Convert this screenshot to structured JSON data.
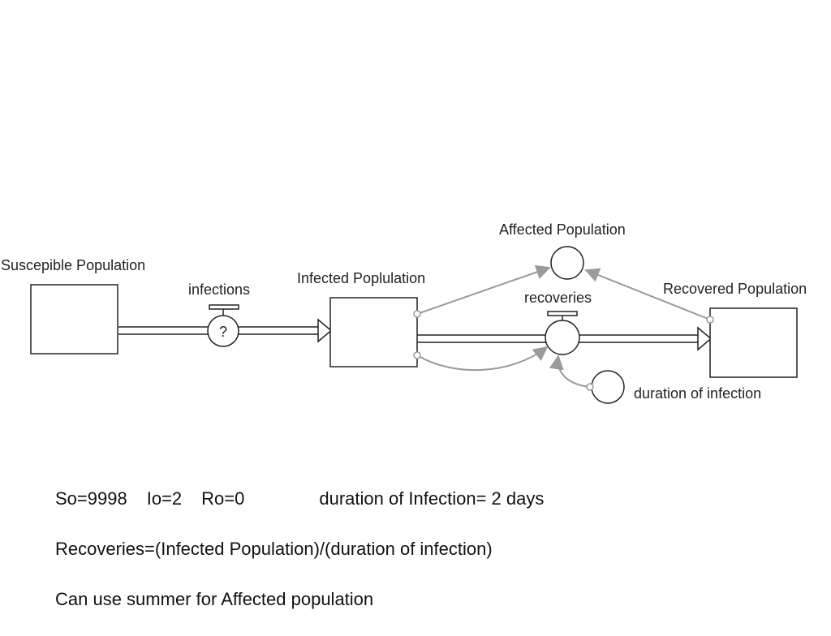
{
  "diagram": {
    "stocks": {
      "susceptible": "Suscepible Population",
      "infected": "Infected Poplulation",
      "recovered": "Recovered Population"
    },
    "flows": {
      "infections": "infections",
      "infections_valve_symbol": "?",
      "recoveries": "recoveries"
    },
    "converters": {
      "affected": "Affected Population",
      "duration": "duration of infection"
    }
  },
  "notes": {
    "initials": {
      "so": "So=9998",
      "io": "Io=2",
      "ro": "Ro=0",
      "duration": "duration of Infection= 2 days"
    },
    "formula": "Recoveries=(Infected Population)/(duration of infection)",
    "tip": "Can use summer for Affected population"
  },
  "colors": {
    "stroke": "#222222",
    "connector": "#9a9a9a"
  }
}
